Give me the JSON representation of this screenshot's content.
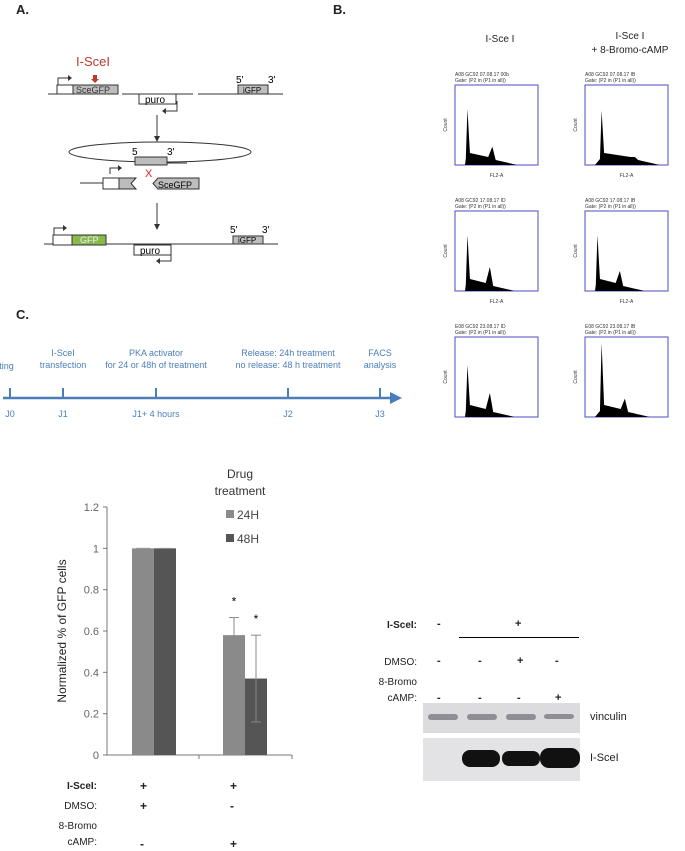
{
  "panels": {
    "a": "A.",
    "b": "B.",
    "c": "C."
  },
  "diagram": {
    "enzyme": "I-SceI",
    "sce_gfp": "SceGFP",
    "puro": "puro",
    "igfp": "iGFP",
    "five": "5'",
    "three": "3'",
    "five_mid": "5",
    "cut": "X",
    "gfp": "GFP",
    "colors": {
      "enzyme": "#c0392b",
      "gfp": "#8ab84a",
      "gene": "#bdbdbd"
    }
  },
  "facs": {
    "col_headers": [
      "I-Sce I",
      "I-Sce I\n+ 8-Bromo-cAMP"
    ],
    "x_label": "FL2-A",
    "y_label": "Count",
    "plots": [
      {
        "title": "A08 GC92 07.08.17 00b",
        "gate": "Gate: (P2 in (P1 in all))"
      },
      {
        "title": "A08 GC92 07.08.17 IB",
        "gate": "Gate: (P2 in (P1 in all))"
      },
      {
        "title": "A08 GC92 17.08.17 ID",
        "gate": "Gate: (P2 in (P1 in all))"
      },
      {
        "title": "A08 GC92 17.08.17 IB",
        "gate": "Gate: (P2 in (P1 in all))"
      },
      {
        "title": "E08 GC92 23.08.17 ID",
        "gate": "Gate: (P2 in (P1 in all))"
      },
      {
        "title": "E08 GC92 23.08.17 IB",
        "gate": "Gate: (P2 in (P1 in all))"
      }
    ],
    "axis_color": "#4b4bc8"
  },
  "timeline": {
    "events": [
      {
        "above": "Plating",
        "below": "J0"
      },
      {
        "above": "I-SceI\ntransfection",
        "below": "J1"
      },
      {
        "above": "PKA activator\nfor 24 or 48h of treatment",
        "below": "J1+ 4 hours"
      },
      {
        "above": "Release: 24h treatment\nno release: 48 h treatment",
        "below": "J2"
      },
      {
        "above": "FACS\nanalysis",
        "below": "J3"
      }
    ],
    "color": "#4a7ebb"
  },
  "chart_data": {
    "type": "bar",
    "title": "Drug treatment",
    "ylabel": "Normalized % of GFP cells",
    "xlabel": "",
    "ylim": [
      0,
      1.2
    ],
    "yticks": [
      "0",
      "0.2",
      "0.4",
      "0.6",
      "0.8",
      "1",
      "1.2"
    ],
    "legend_position": "top-right",
    "series": [
      {
        "name": "24H",
        "values": [
          1.0,
          0.58
        ],
        "errors": [
          0.0,
          0.085
        ],
        "color": "#8a8a8a",
        "significance": [
          "",
          "*"
        ]
      },
      {
        "name": "48H",
        "values": [
          1.0,
          0.37
        ],
        "errors": [
          0.0,
          0.21
        ],
        "color": "#555555",
        "significance": [
          "",
          "*"
        ]
      }
    ],
    "conditions": [
      {
        "label": "I-SceI:",
        "values": [
          "+",
          "+"
        ]
      },
      {
        "label": "DMSO:",
        "values": [
          "+",
          "-"
        ]
      },
      {
        "label": "8-Bromo\ncAMP:",
        "values": [
          "-",
          "+"
        ]
      }
    ]
  },
  "blot": {
    "conditions": [
      {
        "label": "I-SceI:",
        "values": [
          "-",
          "+"
        ]
      },
      {
        "label": "DMSO:",
        "values": [
          "-",
          "-",
          "+",
          "-"
        ]
      },
      {
        "label": "8-Bromo\ncAMP:",
        "values": [
          "-",
          "-",
          "-",
          "+"
        ]
      }
    ],
    "bands": [
      "vinculin",
      "I-SceI"
    ]
  }
}
